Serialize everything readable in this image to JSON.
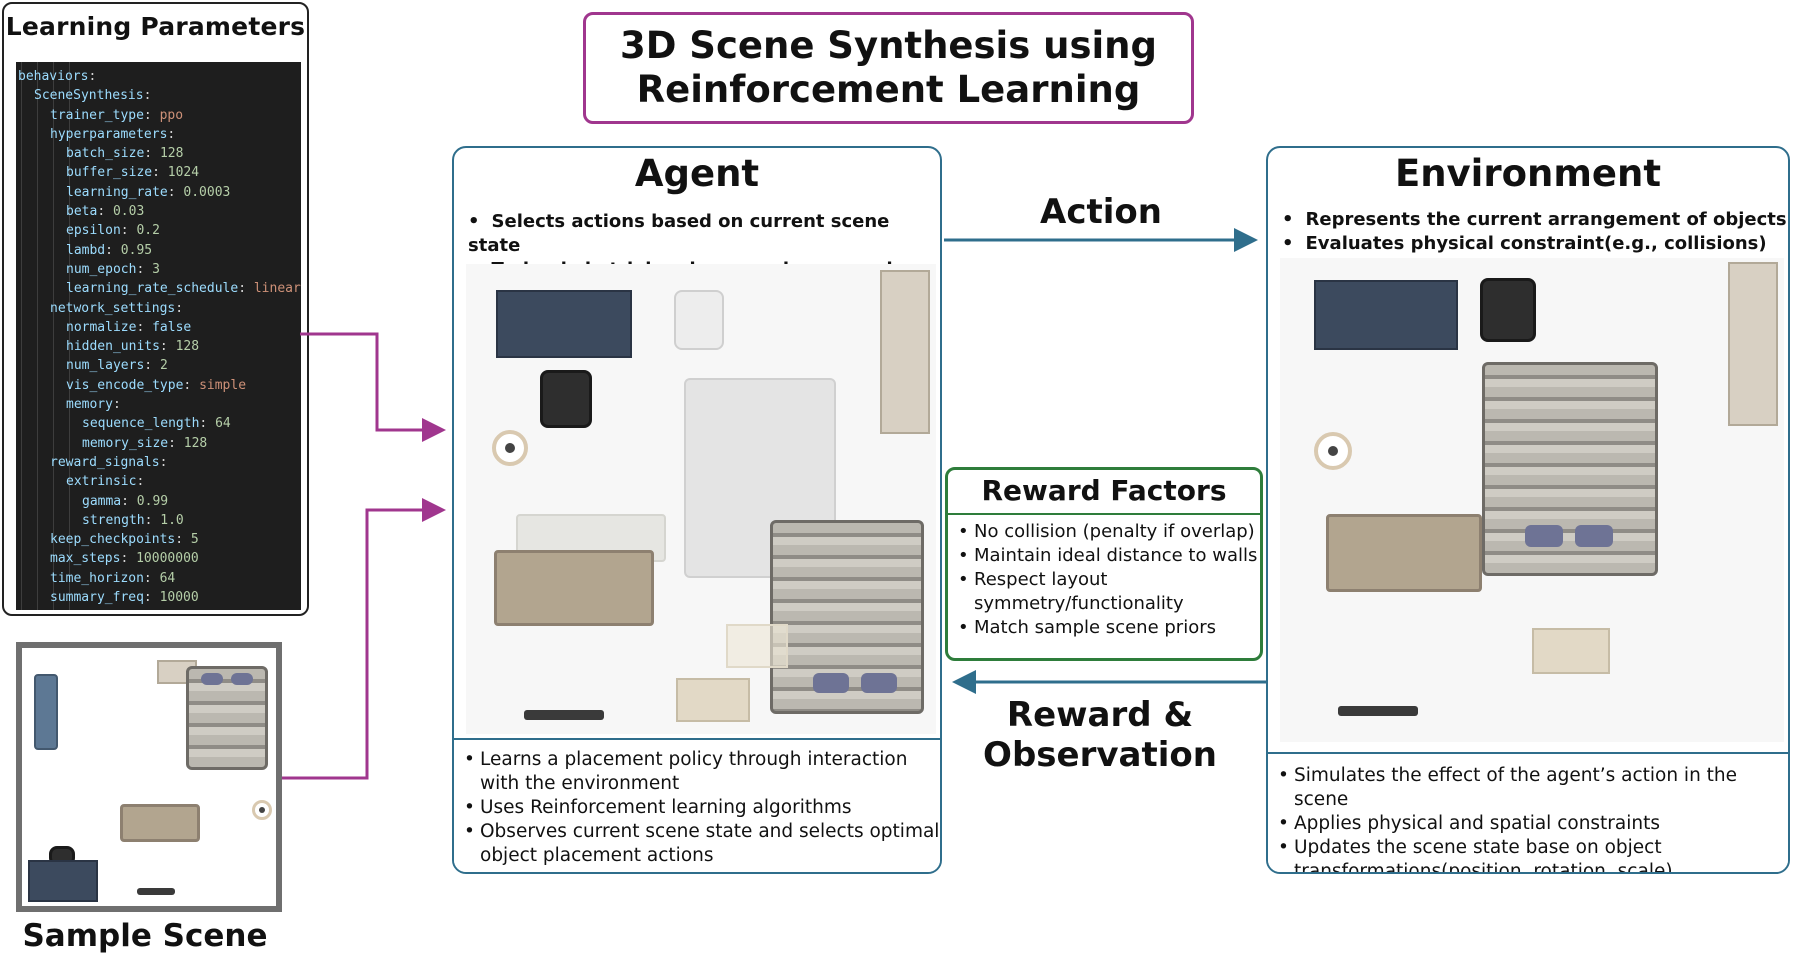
{
  "learning_parameters": {
    "title": "Learning Parameters",
    "code_lines": [
      {
        "key": "behaviors",
        "value": ""
      },
      {
        "key": "SceneSynthesis",
        "value": ""
      },
      {
        "key": "trainer_type",
        "value": "ppo"
      },
      {
        "key": "hyperparameters",
        "value": ""
      },
      {
        "key": "batch_size",
        "value": "128"
      },
      {
        "key": "buffer_size",
        "value": "1024"
      },
      {
        "key": "learning_rate",
        "value": "0.0003"
      },
      {
        "key": "beta",
        "value": "0.03"
      },
      {
        "key": "epsilon",
        "value": "0.2"
      },
      {
        "key": "lambd",
        "value": "0.95"
      },
      {
        "key": "num_epoch",
        "value": "3"
      },
      {
        "key": "learning_rate_schedule",
        "value": "linear"
      },
      {
        "key": "network_settings",
        "value": ""
      },
      {
        "key": "normalize",
        "value": "false"
      },
      {
        "key": "hidden_units",
        "value": "128"
      },
      {
        "key": "num_layers",
        "value": "2"
      },
      {
        "key": "vis_encode_type",
        "value": "simple"
      },
      {
        "key": "memory",
        "value": ""
      },
      {
        "key": "sequence_length",
        "value": "64"
      },
      {
        "key": "memory_size",
        "value": "128"
      },
      {
        "key": "reward_signals",
        "value": ""
      },
      {
        "key": "extrinsic",
        "value": ""
      },
      {
        "key": "gamma",
        "value": "0.99"
      },
      {
        "key": "strength",
        "value": "1.0"
      },
      {
        "key": "keep_checkpoints",
        "value": "5"
      },
      {
        "key": "max_steps",
        "value": "10000000"
      },
      {
        "key": "time_horizon",
        "value": "64"
      },
      {
        "key": "summary_freq",
        "value": "10000"
      }
    ]
  },
  "sample_scene": {
    "label": "Sample Scene"
  },
  "title": "3D Scene Synthesis using Reinforcement Learning",
  "agent": {
    "title": "Agent",
    "top_bullets": [
      "Selects actions based on current scene state",
      "Trained via trial and error using rewards"
    ],
    "bottom_bullets": [
      "Learns a placement policy through interaction with the environment",
      "Uses Reinforcement learning algorithms",
      "Observes current scene state and selects optimal object placement actions"
    ]
  },
  "environment": {
    "title": "Environment",
    "top_bullets": [
      "Represents the current arrangement of objects",
      "Evaluates physical constraint(e.g., collisions)"
    ],
    "bottom_bullets": [
      "Simulates the effect of the agent’s action in the scene",
      "Applies physical and spatial constraints",
      "Updates the scene state base on object transformations(position, rotation, scale)"
    ]
  },
  "reward_factors": {
    "title": "Reward Factors",
    "items": [
      "No collision  (penalty if overlap)",
      "Maintain ideal distance to walls",
      "Respect layout symmetry/functionality",
      "Match sample scene priors"
    ]
  },
  "arrows": {
    "action_label": "Action",
    "reward_label": "Reward & Observation"
  },
  "colors": {
    "panel_border": "#2f6e8c",
    "title_border": "#a0368e",
    "connector": "#a0368e",
    "arrow": "#2f6e8c",
    "reward_border": "#2e7d3b"
  }
}
